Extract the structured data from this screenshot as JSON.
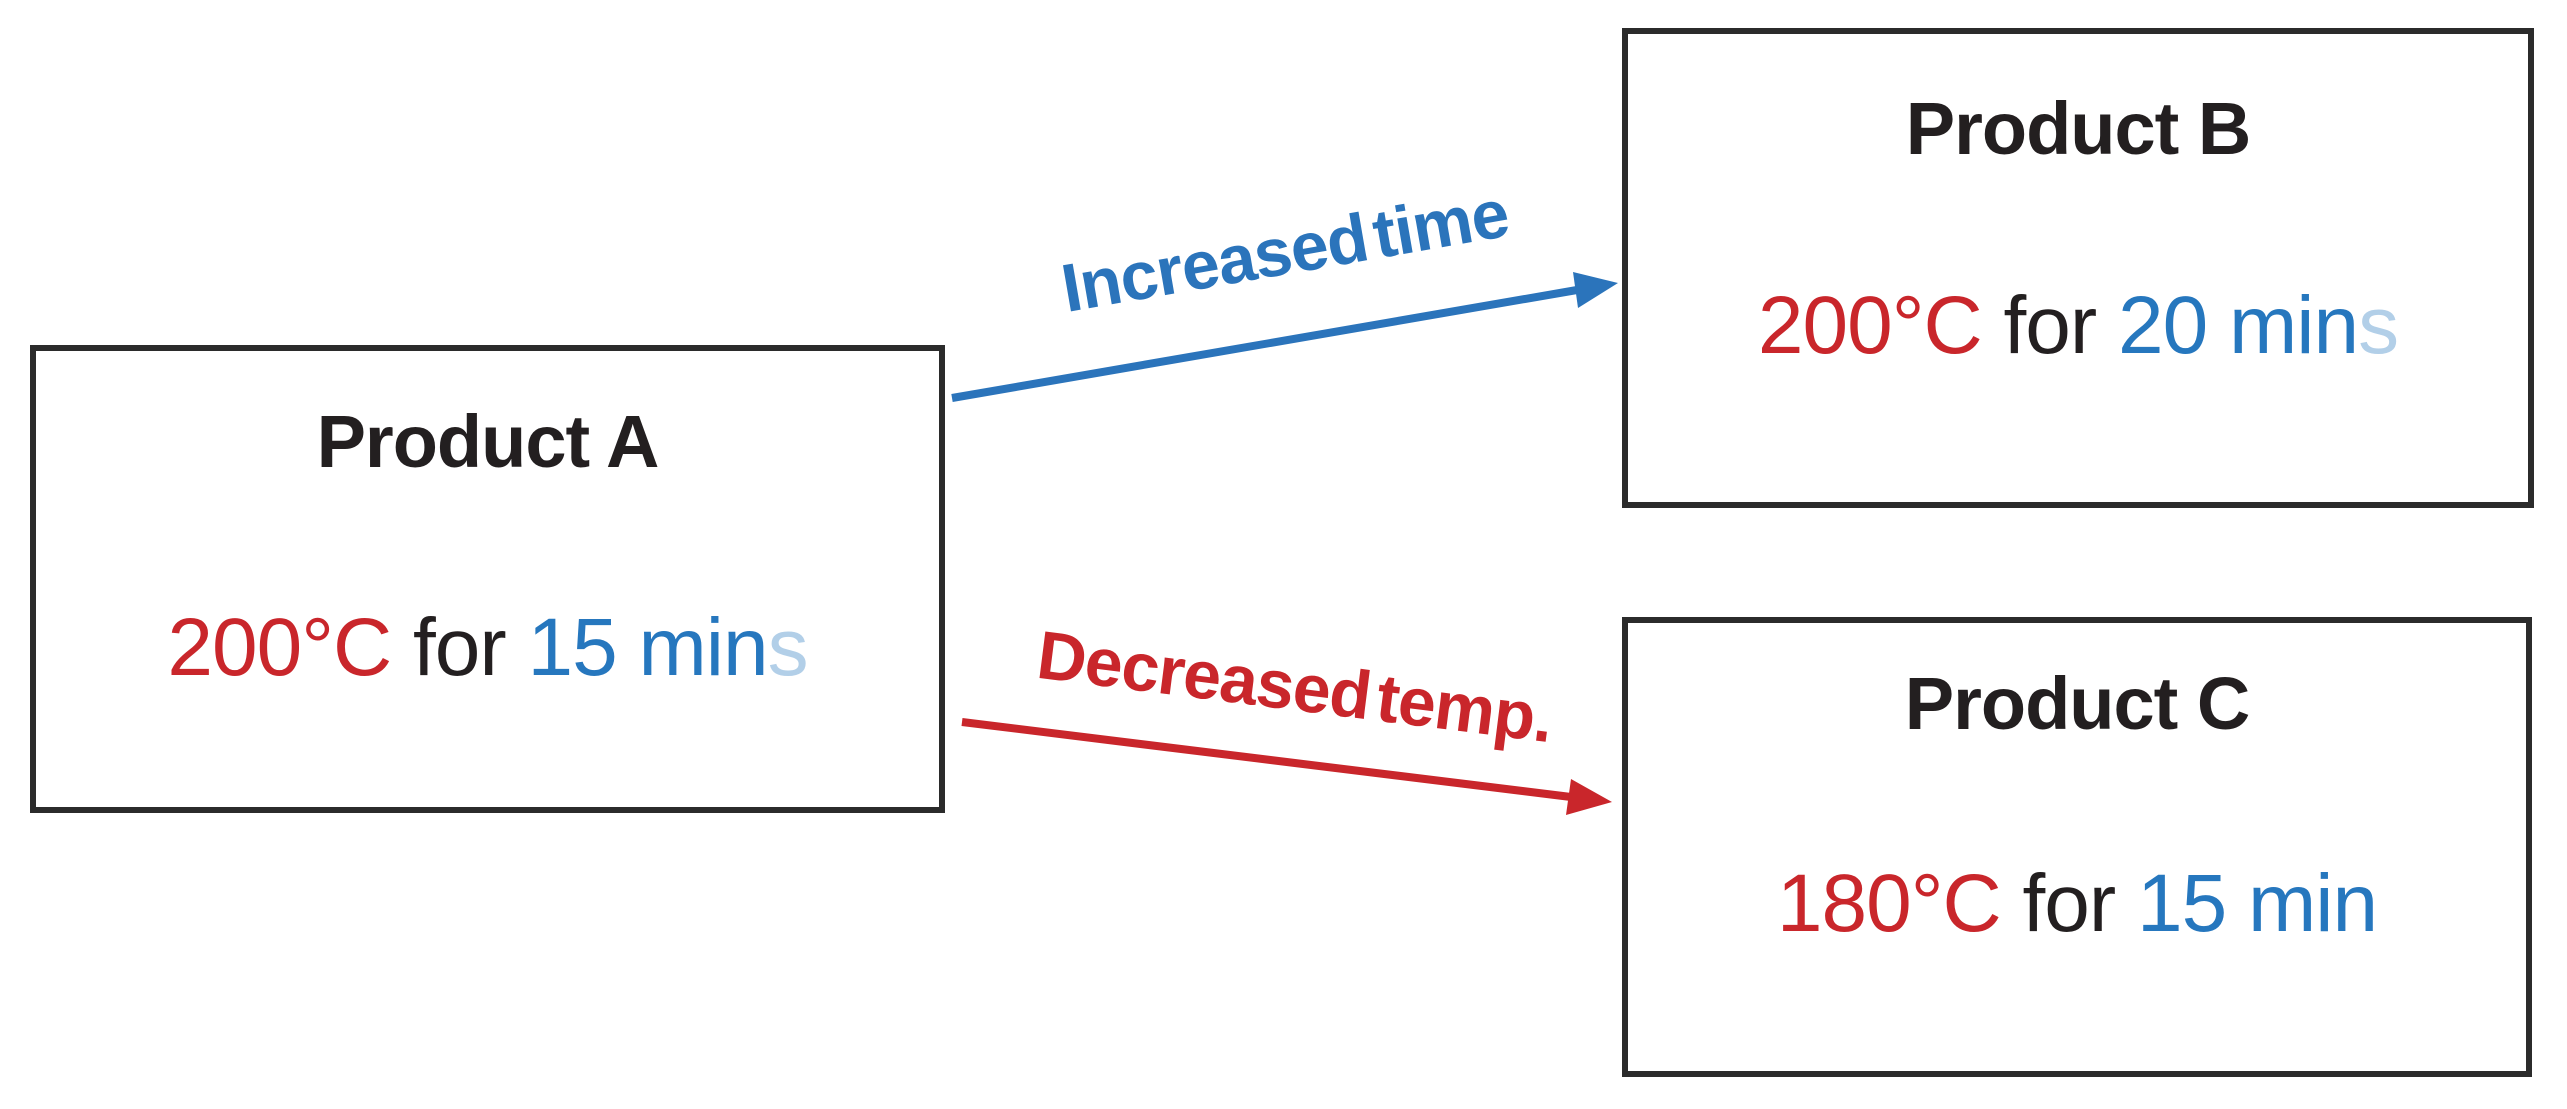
{
  "diagram": {
    "nodes": [
      {
        "id": "A",
        "title": "Product A",
        "temperature": "200°C",
        "connector": " for ",
        "time": "15 min",
        "time_suffix": "s"
      },
      {
        "id": "B",
        "title": "Product B",
        "temperature": "200°C",
        "connector": " for ",
        "time": "20 min",
        "time_suffix": "s"
      },
      {
        "id": "C",
        "title": "Product C",
        "temperature": "180°C",
        "connector": " for ",
        "time": "15 min",
        "time_suffix": ""
      }
    ],
    "edges": [
      {
        "from": "A",
        "to": "B",
        "label": "Increased time",
        "color": "#2b74bb"
      },
      {
        "from": "A",
        "to": "C",
        "label": "Decreased temp.",
        "color": "#c9262b"
      }
    ],
    "colors": {
      "temperature_text": "#c9262b",
      "time_text": "#2677be",
      "title_text": "#231f20",
      "box_border": "#2b2b2b",
      "background": "#ffffff"
    }
  }
}
